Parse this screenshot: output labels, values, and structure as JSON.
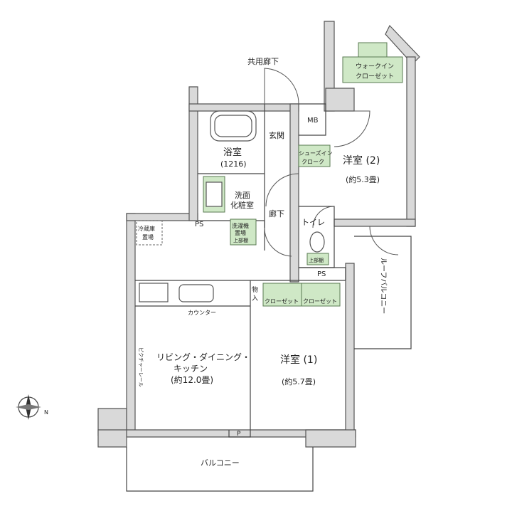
{
  "labels": {
    "common_corridor": "共用廊下",
    "walkin_closet_1": "ウォークイン",
    "walkin_closet_2": "クローゼット",
    "mb": "MB",
    "entrance": "玄関",
    "bathroom": "浴室",
    "bath_size": "(1216)",
    "shoes_in_closet_1": "シューズイン",
    "shoes_in_closet_2": "クローク",
    "western_room_2": "洋室 (2)",
    "western_room_2_size": "(約5.3畳)",
    "washroom_1": "洗面",
    "washroom_2": "化粧室",
    "hallway": "廊下",
    "toilet": "トイレ",
    "fridge_1": "冷蔵庫",
    "fridge_2": "置場",
    "ps_top": "PS",
    "laundry_1": "洗濯機",
    "laundry_2": "置場",
    "laundry_3": "上部棚",
    "toilet_shelf": "上部棚",
    "ps_right": "PS",
    "storage": "物",
    "storage_2": "入",
    "closet_1": "クローゼット",
    "closet_2": "クローゼット",
    "counter": "カウンター",
    "roof_balcony": "ルーフバルコニー",
    "ldk_1": "リビング・ダイニング・",
    "ldk_2": "キッチン",
    "ldk_size": "(約12.0畳)",
    "western_room_1": "洋室 (1)",
    "western_room_1_size": "(約5.7畳)",
    "picture_rail": "ピクチャーレール",
    "p": "P",
    "balcony": "バルコニー",
    "compass_n": "N"
  },
  "colors": {
    "closet_fill": "#cfe8c6",
    "wall_fill": "#d9d9d9"
  }
}
